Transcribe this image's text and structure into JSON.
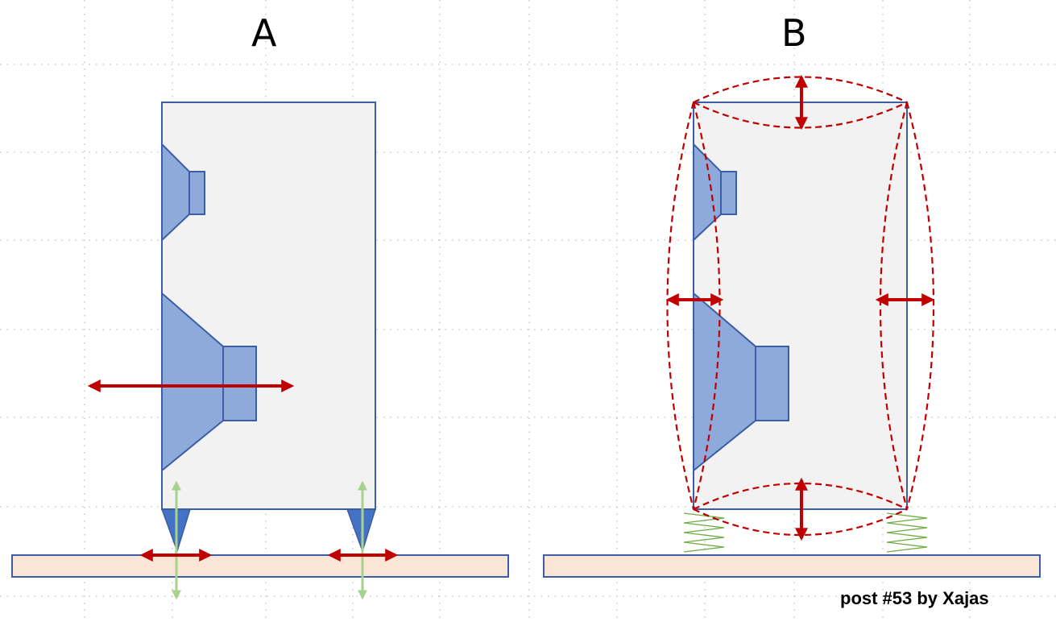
{
  "panels": {
    "a": {
      "label": "A"
    },
    "b": {
      "label": "B"
    }
  },
  "credit": "post #53 by Xajas",
  "colors": {
    "cabinet_fill": "#f2f2f2",
    "cabinet_stroke": "#3b5ea6",
    "driver_fill": "#8eaadb",
    "driver_stroke": "#3b5ea6",
    "spike_fill": "#4472c4",
    "floor_fill": "#fbe5d6",
    "floor_stroke": "#3b5ea6",
    "horizontal_arrow": "#c00000",
    "vertical_arrow": "#a9d18e",
    "deformation_dashes": "#c00000",
    "spring": "#70ad47",
    "grid": "#bfbfbf"
  }
}
